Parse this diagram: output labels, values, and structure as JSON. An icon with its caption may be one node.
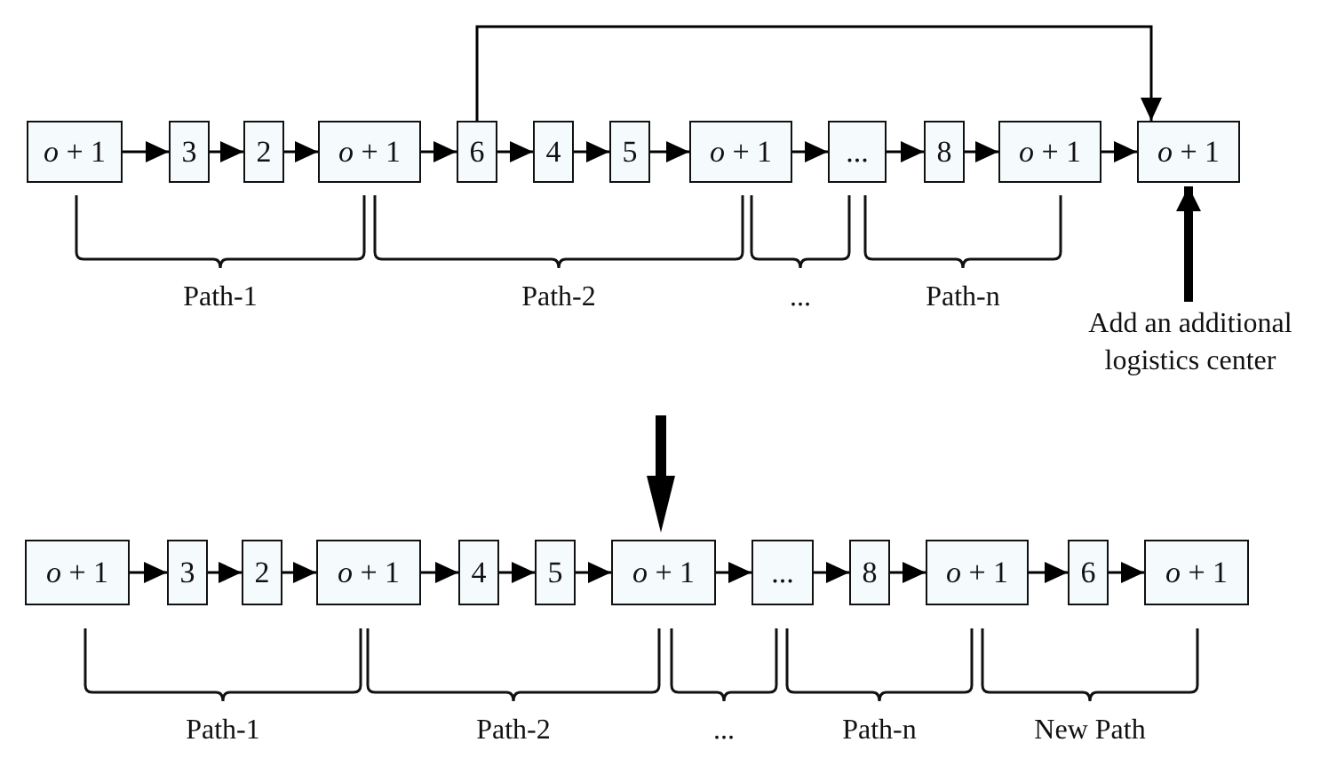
{
  "diagram": {
    "nodes": [
      {
        "text": [
          "*o* + 1"
        ]
      },
      {
        "text": [
          "3"
        ]
      },
      {
        "text": [
          "2"
        ]
      },
      {
        "text": [
          "*o* + 1"
        ]
      },
      {
        "text": [
          "6"
        ]
      },
      {
        "text": [
          "4"
        ]
      },
      {
        "text": [
          "5"
        ]
      },
      {
        "text": [
          "*o* + 1"
        ]
      },
      {
        "text": [
          "..."
        ]
      },
      {
        "text": [
          "8"
        ]
      },
      {
        "text": [
          "*o* + 1"
        ]
      },
      {
        "text": [
          "*o* + 1"
        ]
      },
      {
        "text": [
          "Add an additional logistics center"
        ]
      },
      {
        "text": [
          "*o* + 1"
        ]
      },
      {
        "text": [
          "3"
        ]
      },
      {
        "text": [
          "2"
        ]
      },
      {
        "text": [
          "*o* + 1"
        ]
      },
      {
        "text": [
          "4"
        ]
      },
      {
        "text": [
          "5"
        ]
      },
      {
        "text": [
          "*o* + 1"
        ]
      },
      {
        "text": [
          "..."
        ]
      },
      {
        "text": [
          "8"
        ]
      },
      {
        "text": [
          "*o* + 1"
        ]
      },
      {
        "text": [
          "6"
        ]
      },
      {
        "text": [
          "*o* + 1"
        ]
      }
    ],
    "edges": [
      {
        "from": 0,
        "to": 1,
        "arrow": "to"
      },
      {
        "from": 1,
        "to": 2,
        "arrow": "to"
      },
      {
        "from": 2,
        "to": 3,
        "arrow": "to"
      },
      {
        "from": 3,
        "to": 4,
        "arrow": "to"
      },
      {
        "from": 4,
        "to": 5,
        "arrow": "to"
      },
      {
        "from": 5,
        "to": 6,
        "arrow": "to"
      },
      {
        "from": 6,
        "to": 7,
        "arrow": "to"
      },
      {
        "from": 7,
        "to": 8,
        "arrow": "to"
      },
      {
        "from": 8,
        "to": 9,
        "arrow": "to"
      },
      {
        "from": 9,
        "to": 10,
        "arrow": "to"
      },
      {
        "from": 10,
        "to": 11,
        "arrow": "to"
      },
      {
        "from": 4,
        "to": 11,
        "arrow": "to"
      },
      {
        "from": 12,
        "to": 11,
        "arrow": "to",
        "style": "thick"
      },
      {
        "from": 13,
        "to": 14,
        "arrow": "to"
      },
      {
        "from": 14,
        "to": 15,
        "arrow": "to"
      },
      {
        "from": 15,
        "to": 16,
        "arrow": "to"
      },
      {
        "from": 16,
        "to": 17,
        "arrow": "to"
      },
      {
        "from": 17,
        "to": 18,
        "arrow": "to"
      },
      {
        "from": 18,
        "to": 19,
        "arrow": "to"
      },
      {
        "from": 19,
        "to": 20,
        "arrow": "to"
      },
      {
        "from": 20,
        "to": 21,
        "arrow": "to"
      },
      {
        "from": 21,
        "to": 22,
        "arrow": "to"
      },
      {
        "from": 22,
        "to": 23,
        "arrow": "to"
      },
      {
        "from": 23,
        "to": 24,
        "arrow": "to"
      }
    ],
    "labels": [
      "Path-1",
      "Path-2",
      "...",
      "Path-n",
      "Path-1",
      "Path-2",
      "...",
      "Path-n",
      "New Path"
    ]
  }
}
